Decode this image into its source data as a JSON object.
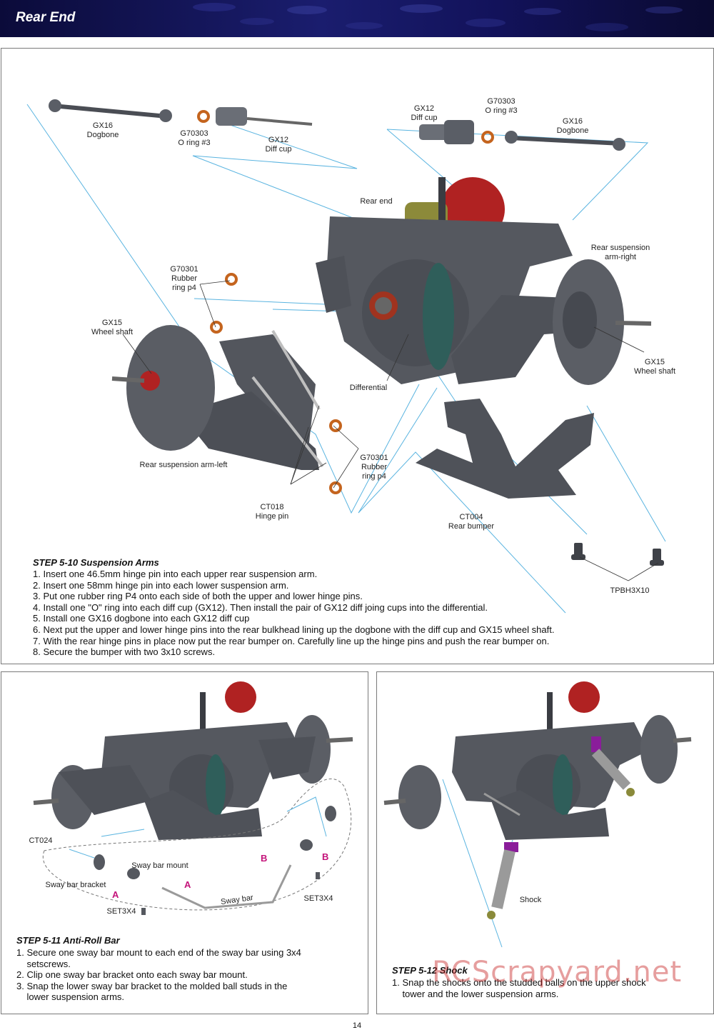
{
  "header": {
    "title": "Rear End"
  },
  "step_5_10": {
    "title": "STEP 5-10  Suspension Arms",
    "instructions": [
      "1. Insert one 46.5mm hinge pin into each upper rear suspension arm.",
      "2. Insert one 58mm hinge pin into each lower suspension arm.",
      "3. Put one rubber ring P4 onto each side of both the upper and lower hinge pins.",
      "4. Install one \"O\" ring into each diff cup (GX12). Then install the pair of GX12 diff joing cups into the differential.",
      "5. Install one GX16 dogbone into each GX12 diff cup",
      "6. Next put the upper and lower hinge pins into the rear bulkhead lining up the dogbone with the diff cup and GX15 wheel shaft.",
      "7. With the rear hinge pins in place now put the rear bumper on.  Carefully line up the hinge pins and push the rear bumper on.",
      "8. Secure the bumper with two 3x10 screws."
    ],
    "labels": {
      "gx16_left_code": "GX16",
      "gx16_left_name": "Dogbone",
      "g70303_left_code": "G70303",
      "g70303_left_name": "O ring #3",
      "gx12_left_code": "GX12",
      "gx12_left_name": "Diff cup",
      "gx12_right_code": "GX12",
      "gx12_right_name": "Diff cup",
      "g70303_right_code": "G70303",
      "g70303_right_name": "O ring #3",
      "gx16_right_code": "GX16",
      "gx16_right_name": "Dogbone",
      "rear_end": "Rear end",
      "rear_susp_right_1": "Rear  suspension",
      "rear_susp_right_2": "arm-right",
      "g70301_upper_code": "G70301",
      "g70301_upper_name1": "Rubber",
      "g70301_upper_name2": "ring p4",
      "gx15_left_code": "GX15",
      "gx15_left_name": "Wheel shaft",
      "gx15_right_code": "GX15",
      "gx15_right_name": "Wheel shaft",
      "differential": "Differential",
      "rear_susp_left": "Rear  suspension arm-left",
      "g70301_lower_code": "G70301",
      "g70301_lower_name1": "Rubber",
      "g70301_lower_name2": "ring p4",
      "ct018_code": "CT018",
      "ct018_name": "Hinge pin",
      "ct004_code": "CT004",
      "ct004_name": "Rear bumper",
      "tpbh": "TPBH3X10"
    }
  },
  "step_5_11": {
    "title": "STEP 5-11  Anti-Roll Bar",
    "instructions": [
      "1. Secure one sway bar mount to each end of the sway bar using 3x4",
      "    setscrews.",
      "2. Clip one sway bar bracket onto each sway bar mount.",
      "3. Snap the lower sway bar bracket to the molded ball studs in the",
      "    lower suspension arms."
    ],
    "labels": {
      "ct024": "CT024",
      "sway_bar_mount": "Sway bar mount",
      "sway_bar_bracket": "Sway bar bracket",
      "set3x4_left": "SET3X4",
      "set3x4_right": "SET3X4",
      "sway_bar": "Sway bar",
      "a1": "A",
      "a2": "A",
      "b1": "B",
      "b2": "B"
    }
  },
  "step_5_12": {
    "title": "STEP 5-12  Shock",
    "instructions": [
      "1. Snap the shocks onto the studded balls on the upper shock",
      "    tower and the lower suspension arms."
    ],
    "labels": {
      "shock": "Shock"
    }
  },
  "watermark": "RCScrapyard.net",
  "page_number": "14"
}
